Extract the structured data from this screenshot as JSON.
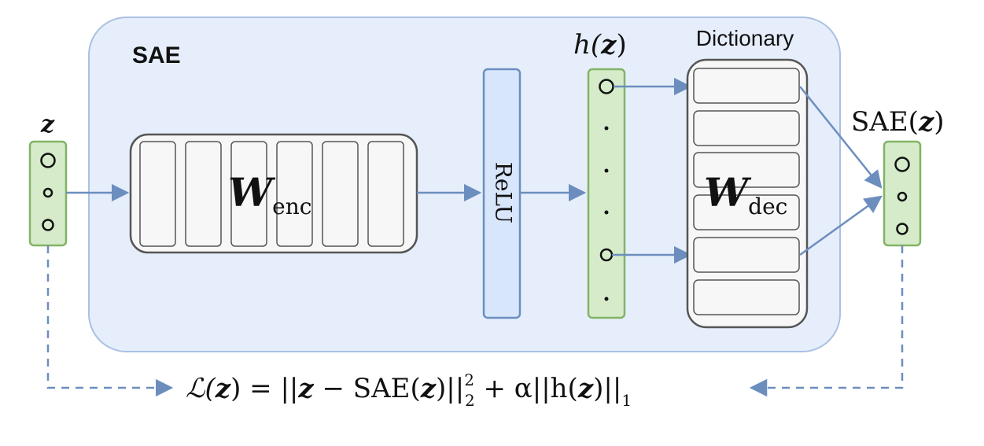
{
  "sae_label": "SAE",
  "dictionary_label": "Dictionary",
  "relu_label": "ReLU",
  "input_label": "z",
  "hidden_label_main": "h(",
  "hidden_label_var": "z",
  "hidden_label_close": ")",
  "output_label_main": "SAE(",
  "output_label_var": "z",
  "output_label_close": ")",
  "encoder_weight": {
    "symbol": "W",
    "subscript": "enc"
  },
  "decoder_weight": {
    "symbol": "W",
    "subscript": "dec"
  },
  "loss": {
    "lhs": "ℒ(",
    "z1": "z",
    "eq": ") = ||",
    "z2": "z",
    "minus": " − SAE(",
    "z3": "z",
    "close1": ")||",
    "sq_sup": "2",
    "sq_sub": "2",
    "plus": " + α||h(",
    "z4": "z",
    "close2": ")||",
    "l1_sub": "1"
  },
  "colors": {
    "sae_box_fill": "#e6eefb",
    "sae_box_stroke": "#a9c0e3",
    "green_fill": "#d5ebc9",
    "green_stroke": "#82b366",
    "relu_fill": "#d8e6fb",
    "relu_stroke": "#6c8ebf",
    "arrow": "#6c8ebf",
    "matrix_fill": "#f7f7f7",
    "matrix_stroke": "#555555"
  }
}
